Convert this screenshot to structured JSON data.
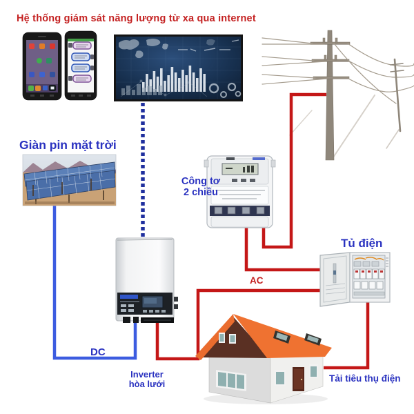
{
  "title": "Hệ thống giám sát năng lượng từ xa qua internet",
  "labels": {
    "solar_array": "Giàn pin mặt trời",
    "meter_line1": "Công tơ",
    "meter_line2": "2 chiều",
    "cabinet": "Tủ điện",
    "dc": "DC",
    "ac": "AC",
    "inverter_line1": "Inverter",
    "inverter_line2": "hòa lưới",
    "load": "Tải tiêu thụ điện"
  },
  "colors": {
    "title_red": "#c42121",
    "label_blue": "#2a32c0",
    "wire_red": "#c41717",
    "wire_dc_blue": "#3c5ce0",
    "wire_dashed_blue": "#1f2f9e",
    "roof_orange": "#ef7231",
    "monitor_bg": "#14243c"
  },
  "monitor": {
    "bars": [
      14,
      26,
      18,
      30,
      22,
      34,
      16,
      24,
      36,
      28,
      20,
      32,
      24,
      38,
      28,
      20,
      34,
      26
    ]
  }
}
